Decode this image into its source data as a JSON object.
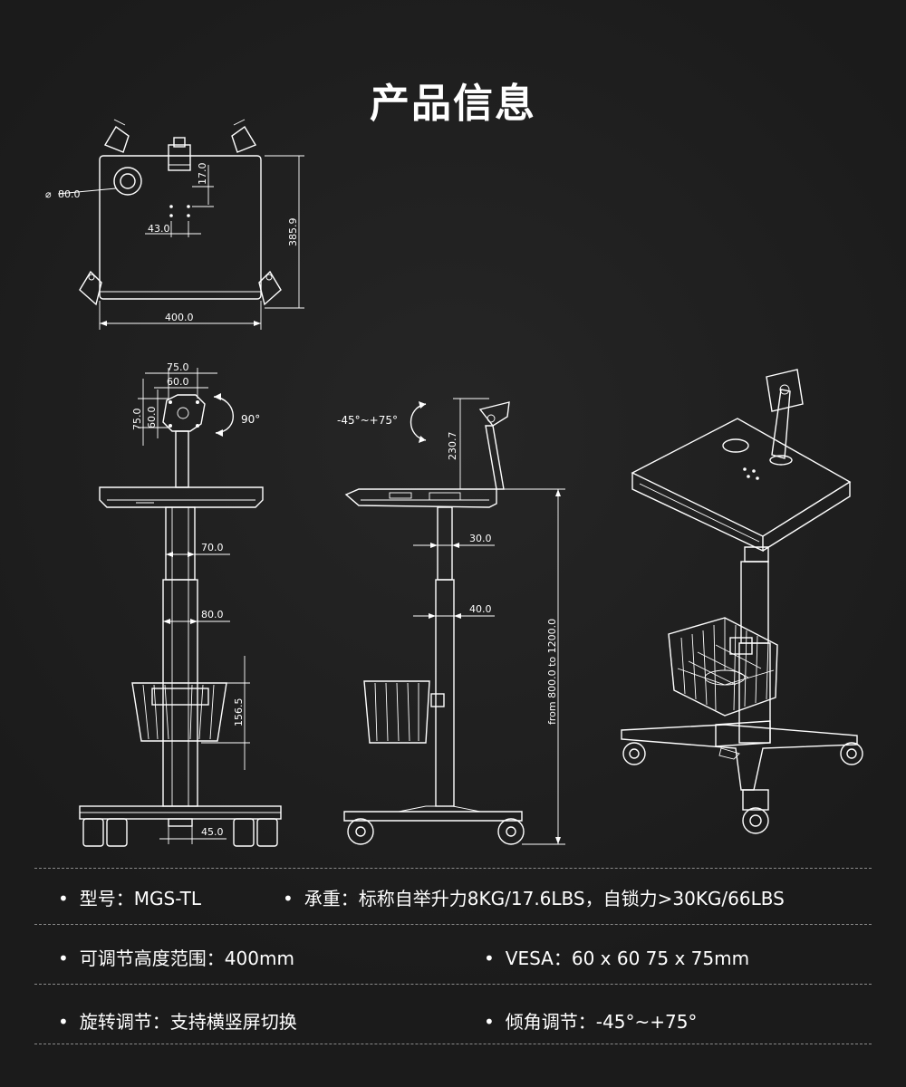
{
  "title": "产品信息",
  "dimensions": {
    "diameter": "80.0",
    "top_17": "17.0",
    "top_43": "43.0",
    "top_height": "385.9",
    "top_width": "400.0",
    "vesa_75w": "75.0",
    "vesa_60w": "60.0",
    "vesa_75h": "75.0",
    "vesa_60h": "60.0",
    "rotation": "90°",
    "col_70": "70.0",
    "col_80": "80.0",
    "basket_h": "156.5",
    "base_45": "45.0",
    "tilt": "-45°~+75°",
    "arm_h": "230.7",
    "side_30": "30.0",
    "side_40": "40.0",
    "height_range": "from 800.0 to 1200.0"
  },
  "specs": {
    "bullet": "•",
    "model": "型号：MGS-TL",
    "load": "承重：标称自举升力8KG/17.6LBS，自锁力>30KG/66LBS",
    "height_adjust": "可调节高度范围：400mm",
    "vesa": "VESA：60 x 60  75 x 75mm",
    "rotation": "旋转调节：支持横竖屏切换",
    "tilt": "倾角调节：-45°~+75°"
  }
}
